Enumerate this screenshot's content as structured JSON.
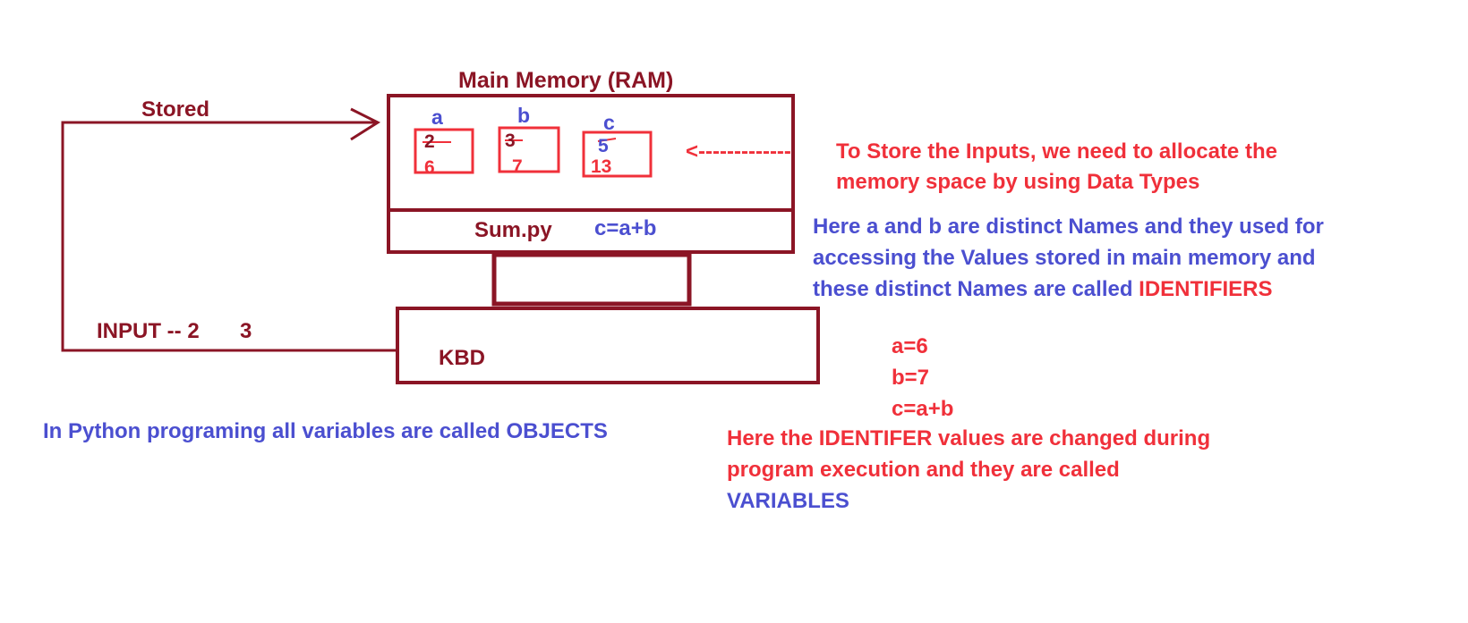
{
  "colors": {
    "maroon": "#8b1525",
    "red": "#f0303a",
    "blue": "#4b4fd0"
  },
  "memory": {
    "title": "Main Memory (RAM)",
    "stored_label": "Stored",
    "cells": [
      {
        "name": "a",
        "old_value": "2",
        "new_value": "6"
      },
      {
        "name": "b",
        "old_value": "3",
        "new_value": "7"
      },
      {
        "name": "c",
        "old_value": "5",
        "new_value": "13"
      }
    ],
    "program_name": "Sum.py",
    "program_code": "c=a+b"
  },
  "input": {
    "label": "INPUT -- 2",
    "extra": "3"
  },
  "keyboard_label": "KBD",
  "allocation_note": {
    "arrow": "<-------------",
    "line1": "To Store the Inputs, we need to allocate the",
    "line2": "memory space by using Data Types"
  },
  "identifiers_note": {
    "line1": "Here  a and b are distinct Names and they used for",
    "line2": "accessing the Values stored in main memory and",
    "line3": "these distinct Names are called ",
    "keyword": "IDENTIFIERS"
  },
  "assignments": [
    "a=6",
    "b=7",
    "c=a+b"
  ],
  "variables_note": {
    "line1": "Here the IDENTIFER values are changed during",
    "line2": "program execution and they are called",
    "keyword": "VARIABLES"
  },
  "objects_note": "In Python programing all variables are called OBJECTS"
}
